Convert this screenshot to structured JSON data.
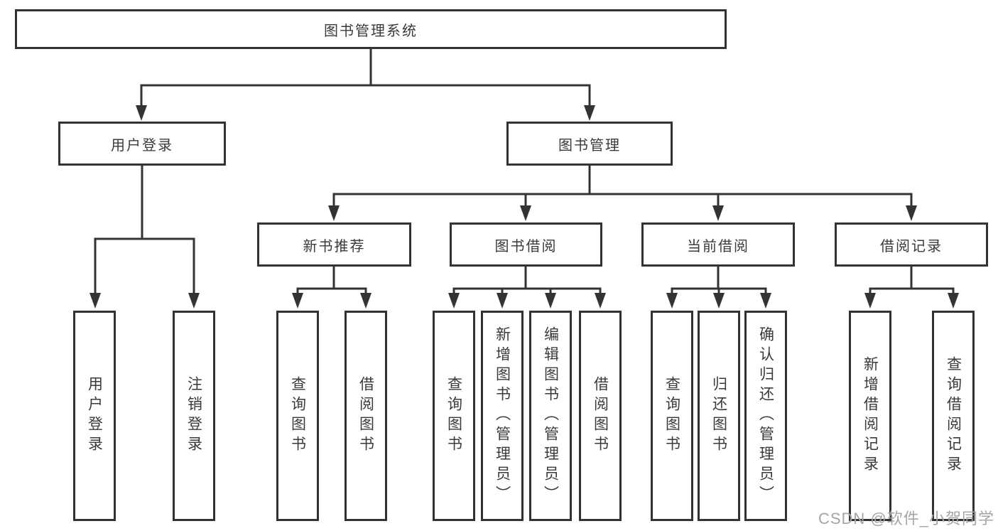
{
  "diagram": {
    "root": {
      "label": "图书管理系统"
    },
    "level2": [
      {
        "label": "用户登录"
      },
      {
        "label": "图书管理"
      }
    ],
    "level3": [
      {
        "label": "新书推荐"
      },
      {
        "label": "图书借阅"
      },
      {
        "label": "当前借阅"
      },
      {
        "label": "借阅记录"
      }
    ],
    "leaves": {
      "user_login": [
        "用户登录",
        "注销登录"
      ],
      "new_book_recommend": [
        "查询图书",
        "借阅图书"
      ],
      "book_borrow": [
        "查询图书",
        "新增图书（管理员）",
        "编辑图书（管理员）",
        "借阅图书"
      ],
      "current_borrow": [
        "查询图书",
        "归还图书",
        "确认归还（管理员）"
      ],
      "borrow_records": [
        "新增借阅记录",
        "查询借阅记录"
      ]
    }
  },
  "watermark": {
    "text": "CSDN @软件_小贺同学"
  },
  "colors": {
    "line": "#333333",
    "box_border": "#333333",
    "text": "#3a3a3a",
    "watermark": "#a5a5a5",
    "background": "#ffffff"
  }
}
